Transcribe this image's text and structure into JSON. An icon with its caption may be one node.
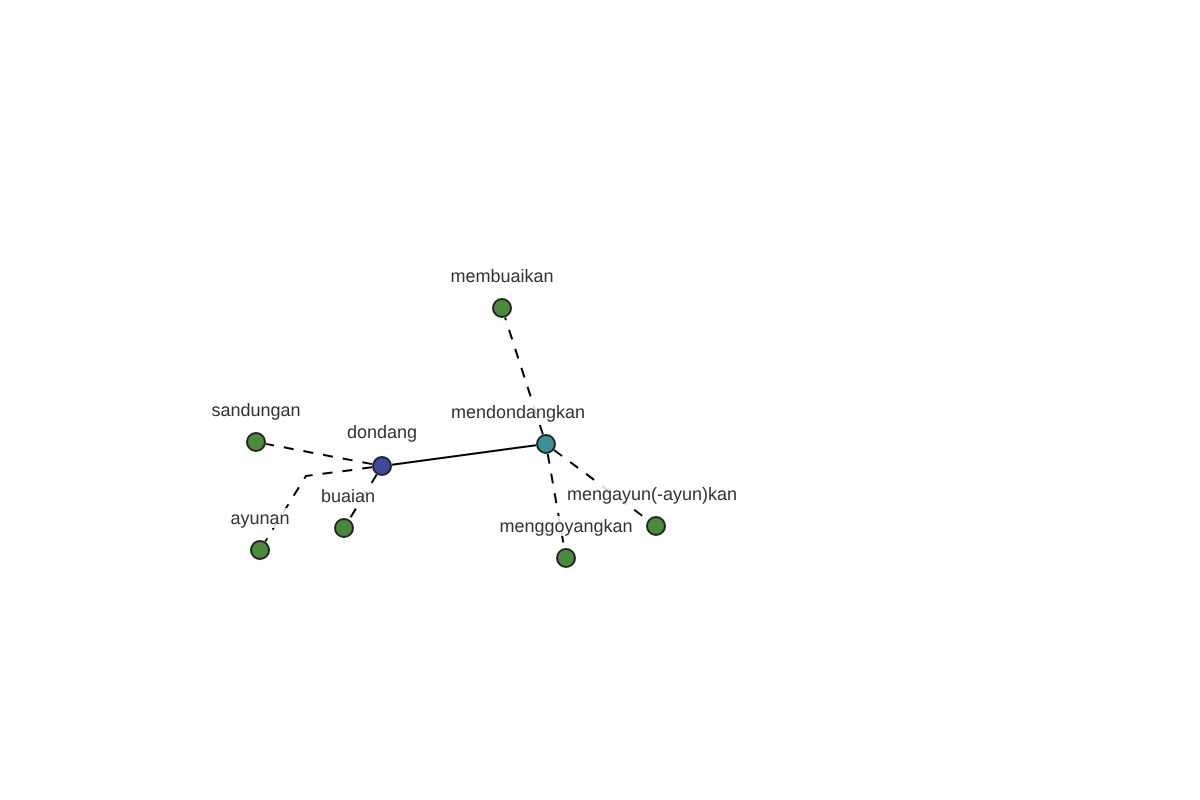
{
  "diagram": {
    "nodes": [
      {
        "text": [
          "membuaikan"
        ]
      },
      {
        "text": [
          "sandungan"
        ]
      },
      {
        "text": [
          "dondang"
        ]
      },
      {
        "text": [
          "mendondangkan"
        ]
      },
      {
        "text": [
          "mengayun(-ayun)kan"
        ]
      },
      {
        "text": [
          "buaian"
        ]
      },
      {
        "text": [
          "ayunan"
        ]
      },
      {
        "text": [
          "menggoyangkan"
        ]
      }
    ],
    "edges": [
      {
        "from": 2,
        "to": 3,
        "arrow": "none"
      },
      {
        "from": 2,
        "to": 1,
        "arrow": "none",
        "style": "dashed"
      },
      {
        "from": 2,
        "to": 5,
        "arrow": "none",
        "style": "dashed"
      },
      {
        "from": 2,
        "to": 6,
        "arrow": "none",
        "style": "dashed"
      },
      {
        "from": 3,
        "to": 0,
        "arrow": "none",
        "style": "dashed"
      },
      {
        "from": 3,
        "to": 4,
        "arrow": "none",
        "style": "dashed"
      },
      {
        "from": 3,
        "to": 7,
        "arrow": "none",
        "style": "dashed"
      }
    ]
  }
}
